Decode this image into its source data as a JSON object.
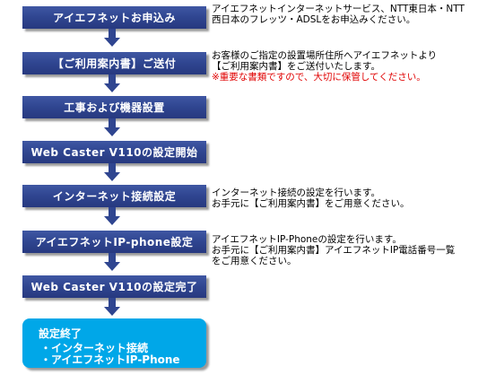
{
  "steps": [
    {
      "label": "アイエフネットお申込み"
    },
    {
      "label": "【ご利用案内書】ご送付"
    },
    {
      "label": "工事および機器設置"
    },
    {
      "label": "Web Caster V110の設定開始"
    },
    {
      "label": "インターネット接続設定"
    },
    {
      "label": "アイエフネットIP-phone設定"
    },
    {
      "label": "Web Caster V110の設定完了"
    }
  ],
  "final": {
    "title": "設定終了",
    "items": [
      "・インターネット接続",
      "・アイエフネットIP-Phone"
    ]
  },
  "notes": {
    "apply": [
      "アイエフネットインターネットサービス、NTT東日本・NTT",
      "西日本のフレッツ・ADSLをお申込みください。"
    ],
    "guide": [
      "お客様のご指定の設置場所住所へアイエフネットより",
      "【ご利用案内書】をご送付いたします。"
    ],
    "guide_warning": "※重要な書類ですので、大切に保管してください。",
    "internet": [
      "インターネット接続の設定を行います。",
      "お手元に【ご利用案内書】をご用意ください。"
    ],
    "ipphone": [
      "アイエフネットIP-Phoneの設定を行います。",
      "お手元に【ご利用案内書】アイエフネットIP電話番号一覧",
      "をご用意ください。"
    ]
  },
  "colors": {
    "step_fill": "#2f4590",
    "final_fill": "#00a7e8",
    "arrow": "#2f4590",
    "warning_text": "#e00000"
  }
}
